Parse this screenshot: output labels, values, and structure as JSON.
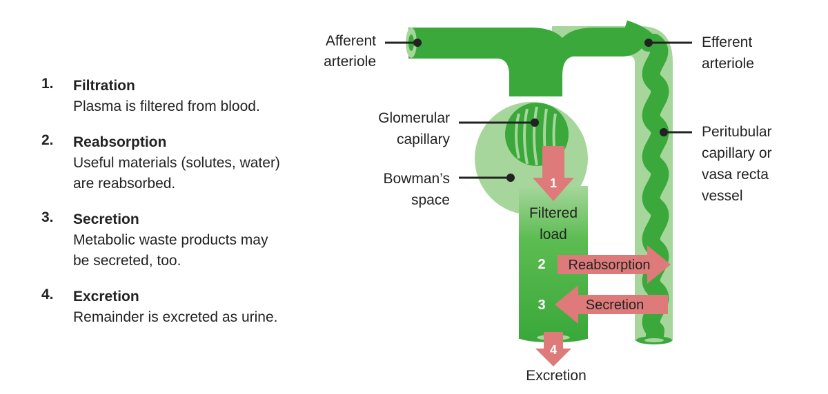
{
  "steps": [
    {
      "number": "1.",
      "title": "Filtration",
      "desc_lines": [
        "Plasma is filtered from blood."
      ]
    },
    {
      "number": "2.",
      "title": "Reabsorption",
      "desc_lines": [
        "Useful materials (solutes, water)",
        "are reabsorbed."
      ]
    },
    {
      "number": "3.",
      "title": "Secretion",
      "desc_lines": [
        "Metabolic waste products may",
        "be secreted, too."
      ]
    },
    {
      "number": "4.",
      "title": "Excretion",
      "desc_lines": [
        "Remainder is excreted as urine."
      ]
    }
  ],
  "diagram": {
    "labels": {
      "afferent": [
        "Afferent",
        "arteriole"
      ],
      "efferent": [
        "Efferent",
        "arteriole"
      ],
      "glomerular": [
        "Glomerular",
        "capillary"
      ],
      "bowmans": [
        "Bowman’s",
        "space"
      ],
      "peritubular": [
        "Peritubular",
        "capillary or",
        "vasa recta",
        "vessel"
      ],
      "filtered": [
        "Filtered",
        "load"
      ],
      "excretion": "Excretion"
    },
    "arrows": {
      "one": "1",
      "two": "2",
      "reabsorption": "Reabsorption",
      "three": "3",
      "secretion": "Secretion",
      "four": "4"
    },
    "colors": {
      "dark_green": "#3aa83a",
      "light_green": "#a6d69c",
      "arrow": "#de7a7a",
      "label_line": "#222222"
    }
  }
}
